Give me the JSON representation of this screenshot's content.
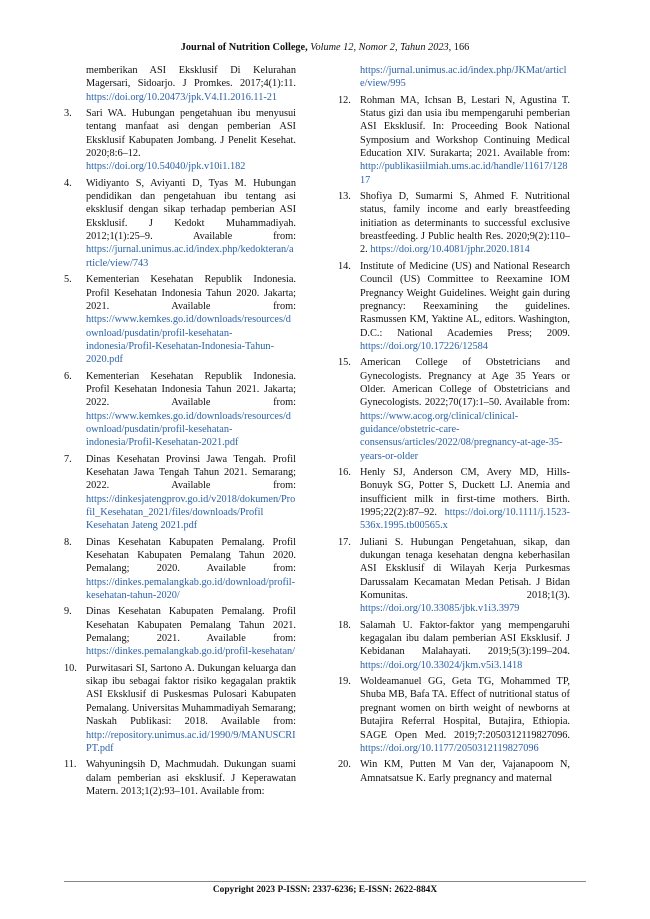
{
  "header": {
    "journal": "Journal of Nutrition College,",
    "volume": " Volume 12, Nomor 2, Tahun 2023,",
    "page": " 166"
  },
  "left_refs": [
    {
      "num": "",
      "text": "memberikan ASI Eksklusif Di Kelurahan Magersari, Sidoarjo. J Promkes. 2017;4(1):11.",
      "link": "https://doi.org/10.20473/jpk.V4.I1.2016.11-21"
    },
    {
      "num": "3.",
      "text": "Sari WA. Hubungan pengetahuan ibu menyusui tentang manfaat asi dengan pemberian ASI Eksklusif Kabupaten Jombang. J Penelit Kesehat. 2020;8:6–12.",
      "link": "https://doi.org/10.54040/jpk.v10i1.182"
    },
    {
      "num": "4.",
      "text": "Widiyanto S, Aviyanti D, Tyas M. Hubungan pendidikan dan pengetahuan ibu tentang asi eksklusif dengan sikap terhadap pemberian ASI Eksklusif. J Kedokt Muhammadiyah. 2012;1(1):25–9. Available from:",
      "link": "https://jurnal.unimus.ac.id/index.php/kedokteran/article/view/743"
    },
    {
      "num": "5.",
      "text": "Kementerian Kesehatan Republik Indonesia. Profil Kesehatan Indonesia Tahun 2020. Jakarta; 2021. Available from:",
      "link": "https://www.kemkes.go.id/downloads/resources/download/pusdatin/profil-kesehatan-indonesia/Profil-Kesehatan-Indonesia-Tahun-2020.pdf"
    },
    {
      "num": "6.",
      "text": "Kementerian Kesehatan Republik Indonesia. Profil Kesehatan Indonesia Tahun 2021. Jakarta; 2022. Available from:",
      "link": "https://www.kemkes.go.id/downloads/resources/download/pusdatin/profil-kesehatan-indonesia/Profil-Kesehatan-2021.pdf"
    },
    {
      "num": "7.",
      "text": "Dinas Kesehatan Provinsi Jawa Tengah. Profil Kesehatan Jawa Tengah Tahun 2021. Semarang; 2022. Available from:",
      "link": "https://dinkesjatengprov.go.id/v2018/dokumen/Profil_Kesehatan_2021/files/downloads/Profil Kesehatan Jateng 2021.pdf"
    },
    {
      "num": "8.",
      "text": "Dinas Kesehatan Kabupaten Pemalang. Profil Kesehatan Kabupaten Pemalang Tahun 2020. Pemalang; 2020. Available from:",
      "link": "https://dinkes.pemalangkab.go.id/download/profil-kesehatan-tahun-2020/"
    },
    {
      "num": "9.",
      "text": "Dinas Kesehatan Kabupaten Pemalang. Profil Kesehatan Kabupaten Pemalang Tahun 2021. Pemalang; 2021. Available from:",
      "link": "https://dinkes.pemalangkab.go.id/profil-kesehatan/"
    },
    {
      "num": "10.",
      "text": "Purwitasari SI, Sartono A. Dukungan keluarga dan sikap ibu sebagai faktor risiko kegagalan praktik ASI Eksklusif di Puskesmas Pulosari Kabupaten Pemalang. Universitas Muhammadiyah Semarang; Naskah Publikasi: 2018. Available from:",
      "link": "http://repository.unimus.ac.id/1990/9/MANUSCRIPT.pdf"
    },
    {
      "num": "11.",
      "text": "Wahyuningsih D, Machmudah. Dukungan suami dalam pemberian asi eksklusif. J Keperawatan Matern. 2013;1(2):93–101. Available from:",
      "link": ""
    }
  ],
  "right_refs": [
    {
      "num": "",
      "text": "",
      "link": "https://jurnal.unimus.ac.id/index.php/JKMat/article/view/995"
    },
    {
      "num": "12.",
      "text": "Rohman MA, Ichsan B, Lestari N, Agustina T. Status gizi dan usia ibu mempengaruhi pemberian ASI Eksklusif. In: Proceeding Book National Symposium and Workshop Continuing Medical Education XIV. Surakarta; 2021. Available from:",
      "link": "http://publikasiilmiah.ums.ac.id/handle/11617/12817"
    },
    {
      "num": "13.",
      "text": "Shofiya D, Sumarmi S, Ahmed F. Nutritional status, family income and early breastfeeding initiation as determinants to successful exclusive breastfeeding. J Public health Res. 2020;9(2):110–2.",
      "link": "https://doi.org/10.4081/jphr.2020.1814"
    },
    {
      "num": "14.",
      "text": "Institute of Medicine (US) and National Research Council (US) Committee to Reexamine IOM Pregnancy Weight Guidelines. Weight gain during pregnancy: Reexamining the guidelines. Rasmussen KM, Yaktine AL, editors. Washington, D.C.: National Academies Press; 2009.",
      "link": "https://doi.org/10.17226/12584"
    },
    {
      "num": "15.",
      "text": "American College of Obstetricians and Gynecologists. Pregnancy at Age 35 Years or Older. American College of Obstetricians and Gynecologists. 2022;70(17):1–50. Available from:",
      "link": "https://www.acog.org/clinical/clinical-guidance/obstetric-care-consensus/articles/2022/08/pregnancy-at-age-35-years-or-older"
    },
    {
      "num": "16.",
      "text": "Henly SJ, Anderson CM, Avery MD, Hills-Bonuyk SG, Potter S, Duckett LJ. Anemia and insufficient milk in first-time mothers. Birth. 1995;22(2):87–92.",
      "link": "https://doi.org/10.1111/j.1523-536x.1995.tb00565.x"
    },
    {
      "num": "17.",
      "text": "Juliani S. Hubungan Pengetahuan, sikap, dan dukungan tenaga kesehatan dengna keberhasilan ASI Eksklusif di Wilayah Kerja Purkesmas Darussalam Kecamatan Medan Petisah. J Bidan Komunitas. 2018;1(3).",
      "link": "https://doi.org/10.33085/jbk.v1i3.3979"
    },
    {
      "num": "18.",
      "text": "Salamah U. Faktor-faktor yang mempengaruhi kegagalan ibu dalam pemberian ASI Eksklusif. J Kebidanan Malahayati. 2019;5(3):199–204.",
      "link": "https://doi.org/10.33024/jkm.v5i3.1418"
    },
    {
      "num": "19.",
      "text": "Woldeamanuel GG, Geta TG, Mohammed TP, Shuba MB, Bafa TA. Effect of nutritional status of pregnant women on birth weight of newborns at Butajira Referral Hospital, Butajira, Ethiopia. SAGE Open Med. 2019;7:2050312119827096.",
      "link": "https://doi.org/10.1177/2050312119827096"
    },
    {
      "num": "20.",
      "text": "Win KM, Putten M Van der, Vajanapoom N, Amnatsatsue K. Early pregnancy and maternal",
      "link": ""
    }
  ],
  "footer": {
    "text": "Copyright 2023 P-ISSN: 2337-6236; E-ISSN: 2622-884X"
  }
}
